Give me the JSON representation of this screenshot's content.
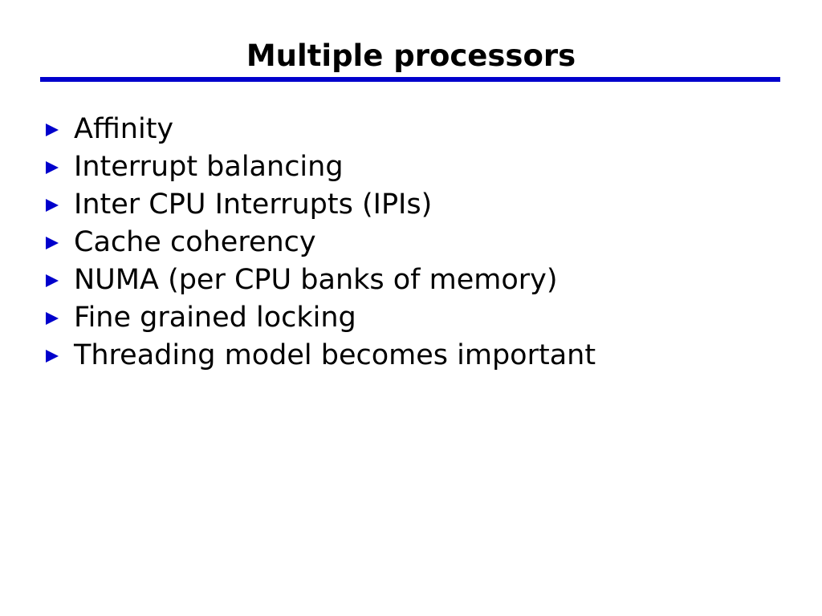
{
  "slide": {
    "title": "Multiple processors",
    "accent_color": "#0000cc",
    "text_color": "#000000",
    "background_color": "#ffffff",
    "rule": {
      "name": "title-underline"
    },
    "bullets": [
      {
        "marker": "triangle-right-bullet-icon",
        "text": "Affinity"
      },
      {
        "marker": "triangle-right-bullet-icon",
        "text": "Interrupt balancing"
      },
      {
        "marker": "triangle-right-bullet-icon",
        "text": "Inter CPU Interrupts (IPIs)"
      },
      {
        "marker": "triangle-right-bullet-icon",
        "text": "Cache coherency"
      },
      {
        "marker": "triangle-right-bullet-icon",
        "text": "NUMA (per CPU banks of memory)"
      },
      {
        "marker": "triangle-right-bullet-icon",
        "text": "Fine grained locking"
      },
      {
        "marker": "triangle-right-bullet-icon",
        "text": "Threading model becomes important"
      }
    ]
  }
}
